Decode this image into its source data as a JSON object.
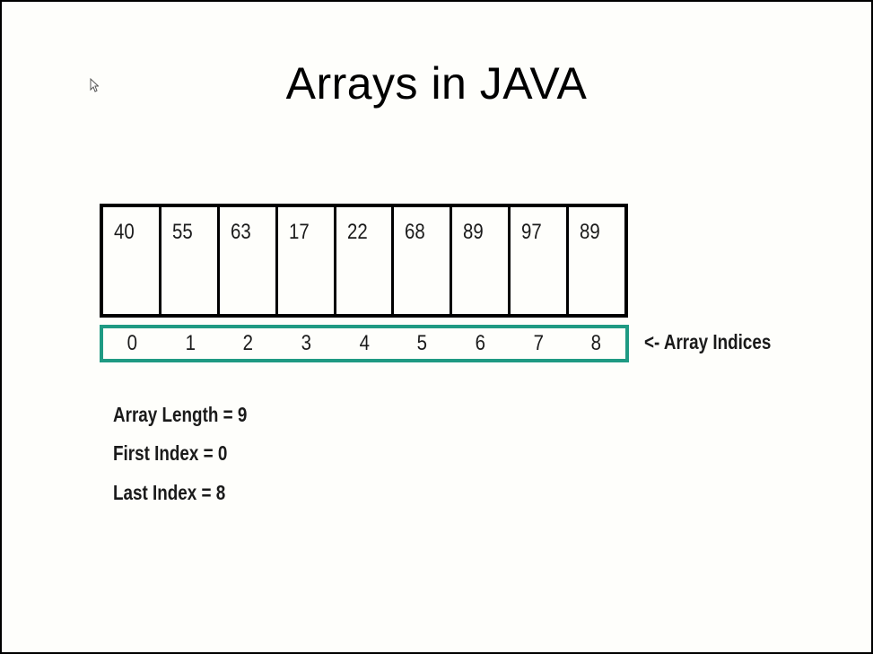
{
  "slide": {
    "title": "Arrays in JAVA",
    "array_values": [
      "40",
      "55",
      "63",
      "17",
      "22",
      "68",
      "89",
      "97",
      "89"
    ],
    "array_indices": [
      "0",
      "1",
      "2",
      "3",
      "4",
      "5",
      "6",
      "7",
      "8"
    ],
    "indices_label": "<- Array Indices",
    "info": {
      "length": "Array Length = 9",
      "first_index": "First Index = 0",
      "last_index": "Last Index = 8"
    }
  },
  "colors": {
    "background": "#fefefb",
    "frame": "#000000",
    "index_border": "#1f9a83",
    "text": "#1a1a1a"
  },
  "icons": {
    "cursor": "mouse-pointer-icon"
  }
}
